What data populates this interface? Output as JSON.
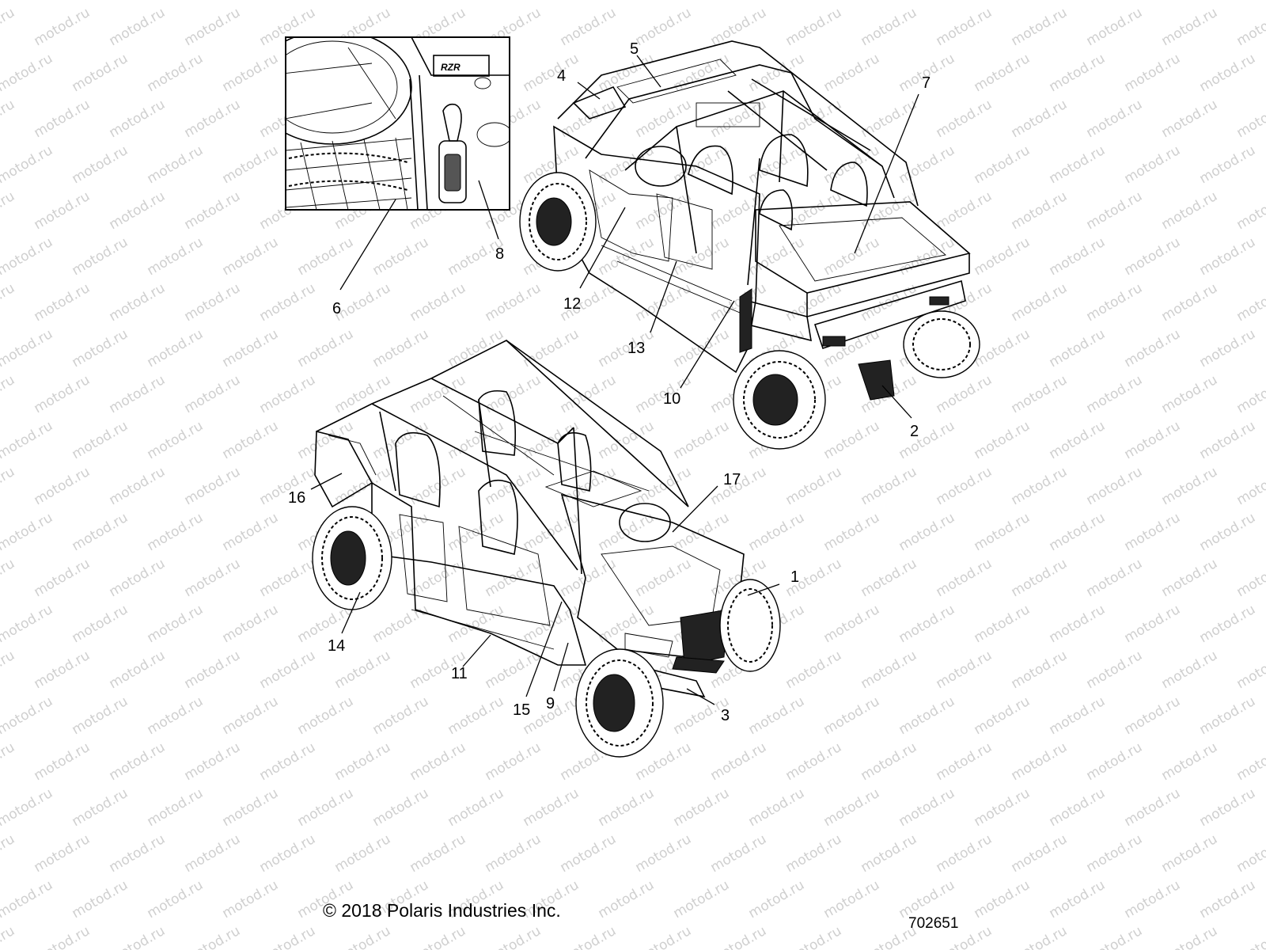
{
  "watermark": "motod.ru",
  "copyright": "© 2018 Polaris Industries Inc.",
  "part_number": "702651",
  "inset_badge": "RZR",
  "callouts": [
    "1",
    "2",
    "3",
    "4",
    "5",
    "6",
    "7",
    "8",
    "9",
    "10",
    "11",
    "12",
    "13",
    "14",
    "15",
    "16",
    "17"
  ]
}
